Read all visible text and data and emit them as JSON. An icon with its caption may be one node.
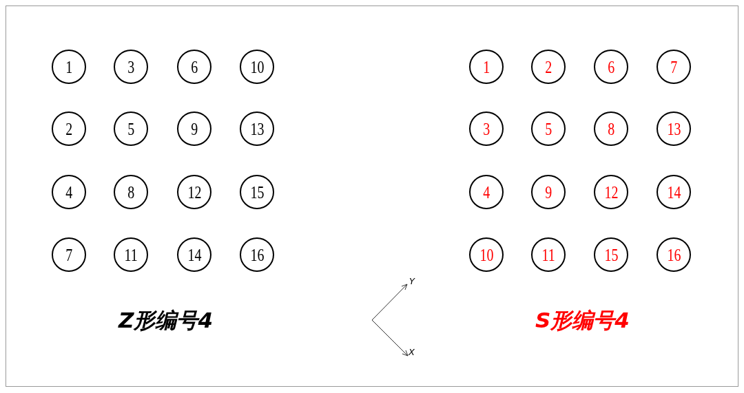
{
  "diagram": {
    "nodes": [
      {
        "text": [
          "1"
        ]
      },
      {
        "text": [
          "3"
        ]
      },
      {
        "text": [
          "6"
        ]
      },
      {
        "text": [
          "10"
        ]
      },
      {
        "text": [
          "2"
        ]
      },
      {
        "text": [
          "5"
        ]
      },
      {
        "text": [
          "9"
        ]
      },
      {
        "text": [
          "13"
        ]
      },
      {
        "text": [
          "4"
        ]
      },
      {
        "text": [
          "8"
        ]
      },
      {
        "text": [
          "12"
        ]
      },
      {
        "text": [
          "15"
        ]
      },
      {
        "text": [
          "7"
        ]
      },
      {
        "text": [
          "11"
        ]
      },
      {
        "text": [
          "14"
        ]
      },
      {
        "text": [
          "16"
        ]
      },
      {
        "text": [
          "1"
        ]
      },
      {
        "text": [
          "2"
        ]
      },
      {
        "text": [
          "6"
        ]
      },
      {
        "text": [
          "7"
        ]
      },
      {
        "text": [
          "3"
        ]
      },
      {
        "text": [
          "5"
        ]
      },
      {
        "text": [
          "8"
        ]
      },
      {
        "text": [
          "13"
        ]
      },
      {
        "text": [
          "4"
        ]
      },
      {
        "text": [
          "9"
        ]
      },
      {
        "text": [
          "12"
        ]
      },
      {
        "text": [
          "14"
        ]
      },
      {
        "text": [
          "10"
        ]
      },
      {
        "text": [
          "11"
        ]
      },
      {
        "text": [
          "15"
        ]
      },
      {
        "text": [
          "16"
        ]
      }
    ],
    "labels": [
      "Y",
      "Z形编号4",
      "S形编号4",
      "X"
    ]
  }
}
